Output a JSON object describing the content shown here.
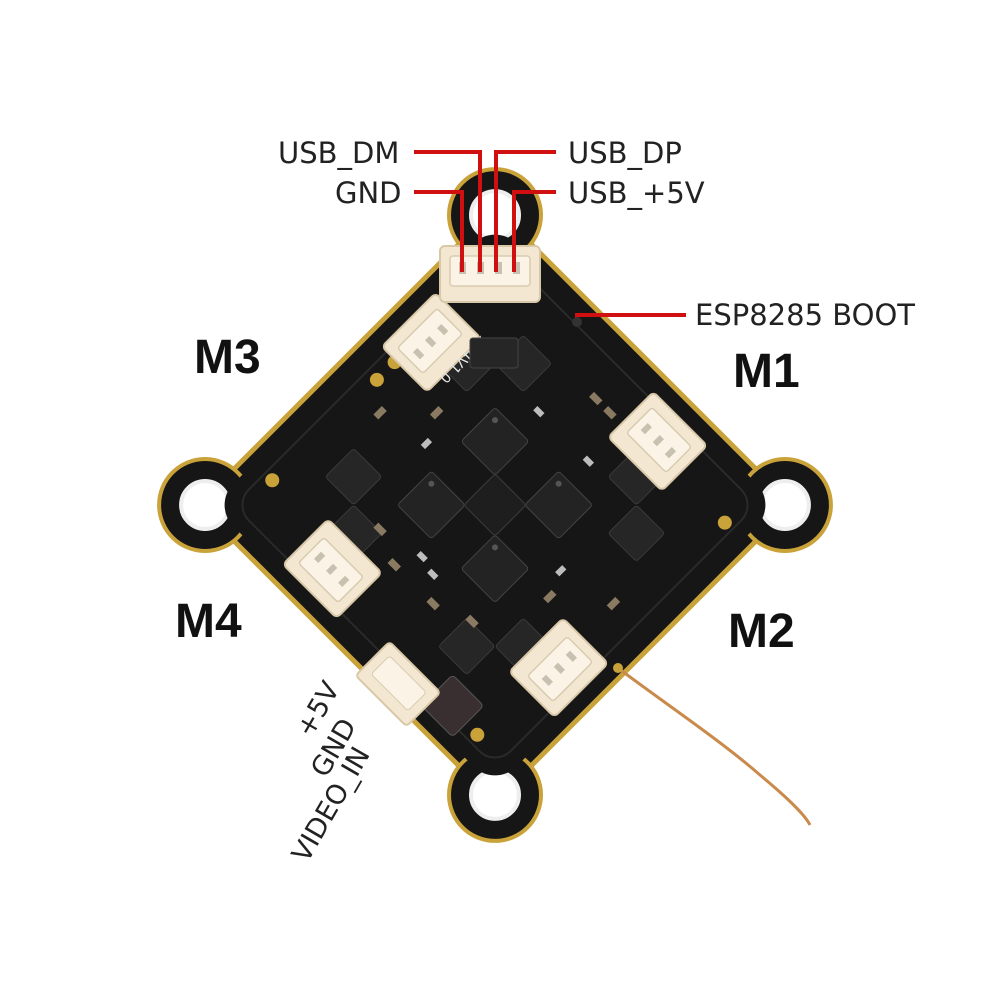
{
  "pins": {
    "usb_dm": "USB_DM",
    "usb_dp": "USB_DP",
    "gnd": "GND",
    "usb_5v": "USB_+5V",
    "boot": "ESP8285 BOOT"
  },
  "motors": {
    "m1": "M1",
    "m2": "M2",
    "m3": "M3",
    "m4": "M4"
  },
  "video_connector": {
    "plus5v": "+5V",
    "gnd": "GND",
    "video_in": "VIDEO_IN"
  },
  "board_marking": "X14V1.0",
  "colors": {
    "leader_line": "#d01010",
    "pcb": "#161616",
    "connector": "#f3e7d2",
    "pad_gold": "#c9a23a",
    "antenna": "#c98a4b"
  }
}
